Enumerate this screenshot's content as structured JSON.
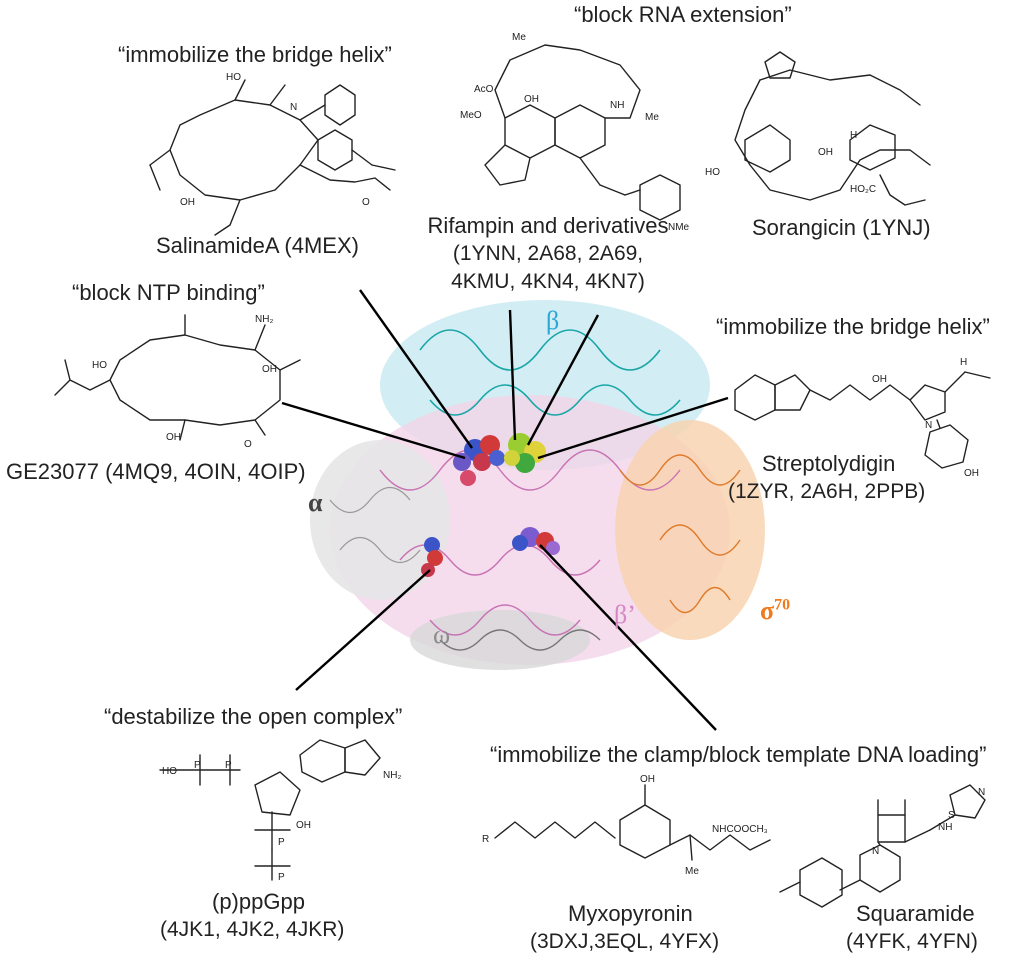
{
  "colors": {
    "beta": "#2aa7d6",
    "beta_prime": "#d586c4",
    "sigma": "#f07a1e",
    "omega": "#8c8c8c",
    "alpha": "#555555",
    "text": "#222222"
  },
  "protein_labels": {
    "beta": "β",
    "alpha": "α",
    "omega": "ω",
    "beta_prime": "β’",
    "sigma": "σ",
    "sigma_sup": "70"
  },
  "inhibitors": [
    {
      "mechanism": "“immobilize the bridge helix”",
      "name": "SalinamideA (4MEX)",
      "pdb": ""
    },
    {
      "mechanism": "“block RNA extension”",
      "name": "Rifampin and derivatives",
      "pdb": "(1YNN, 2A68, 2A69,",
      "pdb2": "4KMU, 4KN4, 4KN7)"
    },
    {
      "mechanism": "",
      "name": "Sorangicin (1YNJ)",
      "pdb": ""
    },
    {
      "mechanism": "“block NTP binding”",
      "name": "GE23077 (4MQ9, 4OIN, 4OIP)",
      "pdb": ""
    },
    {
      "mechanism": "“immobilize the bridge helix”",
      "name": "Streptolydigin",
      "pdb": "(1ZYR, 2A6H, 2PPB)"
    },
    {
      "mechanism": "“destabilize the open complex”",
      "name": "(p)ppGpp",
      "pdb": "(4JK1, 4JK2, 4JKR)"
    },
    {
      "mechanism": "“immobilize the clamp/block template DNA loading”",
      "name": "Myxopyronin",
      "pdb": "(3DXJ,3EQL, 4YFX)"
    },
    {
      "mechanism": "",
      "name": "Squaramide",
      "pdb": "(4YFK, 4YFN)"
    }
  ],
  "atom_labels": {
    "ho": "HO",
    "oh": "OH",
    "nh": "NH",
    "n": "N",
    "o": "O",
    "h": "H",
    "me": "Me",
    "nme": "NMe",
    "aco": "AcO",
    "meo": "MeO",
    "ho2c": "HO₂C",
    "nh2": "NH₂",
    "r": "R",
    "nhcooch3": "NHCOOCH₃",
    "p": "P",
    "s": "S"
  }
}
